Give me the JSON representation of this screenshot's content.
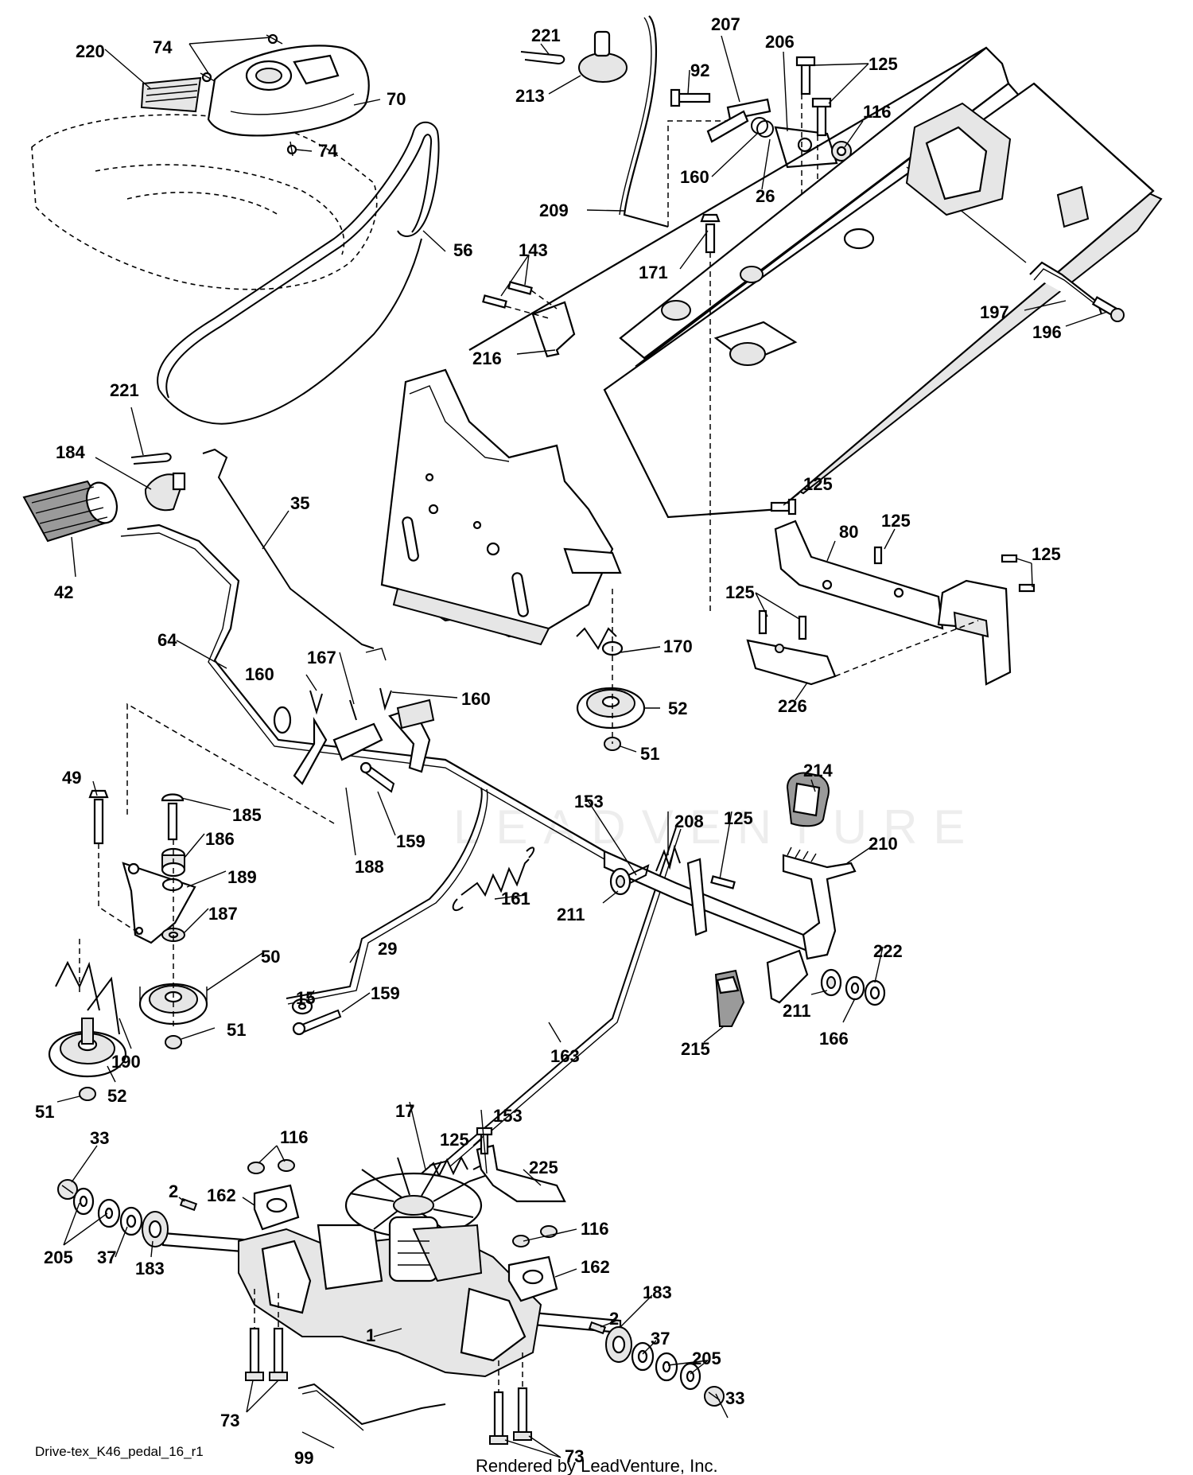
{
  "diagram": {
    "caption": "Drive-tex_K46_pedal_16_r1",
    "footer": "Rendered by LeadVenture, Inc.",
    "watermark": "LEADVENTURE",
    "callouts": {
      "c220": "220",
      "c74a": "74",
      "c70": "70",
      "c74b": "74",
      "c221a": "221",
      "c213": "213",
      "c207": "207",
      "c206": "206",
      "c125a": "125",
      "c92": "92",
      "c116a": "116",
      "c160a": "160",
      "c26": "26",
      "c209": "209",
      "c56": "56",
      "c143": "143",
      "c171": "171",
      "c197": "197",
      "c196": "196",
      "c216": "216",
      "c221b": "221",
      "c184": "184",
      "c35": "35",
      "c42": "42",
      "c125b": "125",
      "c125c": "125",
      "c80": "80",
      "c125d": "125",
      "c125e": "125",
      "c64": "64",
      "c167": "167",
      "c160b": "160",
      "c160c": "160",
      "c170": "170",
      "c52a": "52",
      "c51a": "51",
      "c226": "226",
      "c49": "49",
      "c185": "185",
      "c186": "186",
      "c189": "189",
      "c187": "187",
      "c188": "188",
      "c159a": "159",
      "c153a": "153",
      "c208": "208",
      "c125f": "125",
      "c214": "214",
      "c210": "210",
      "c161": "161",
      "c211a": "211",
      "c50": "50",
      "c29": "29",
      "c222": "222",
      "c15": "15",
      "c159b": "159",
      "c211b": "211",
      "c166": "166",
      "c51b": "51",
      "c190": "190",
      "c163": "163",
      "c215": "215",
      "c51c": "51",
      "c52b": "52",
      "c17": "17",
      "c153b": "153",
      "c33a": "33",
      "c116b": "116",
      "c125g": "125",
      "c225": "225",
      "c162a": "162",
      "c2a": "2",
      "c116c": "116",
      "c205a": "205",
      "c37a": "37",
      "c183a": "183",
      "c162b": "162",
      "c183b": "183",
      "c2b": "2",
      "c1": "1",
      "c37b": "37",
      "c205b": "205",
      "c73a": "73",
      "c33b": "33",
      "c99": "99",
      "c73b": "73"
    }
  }
}
